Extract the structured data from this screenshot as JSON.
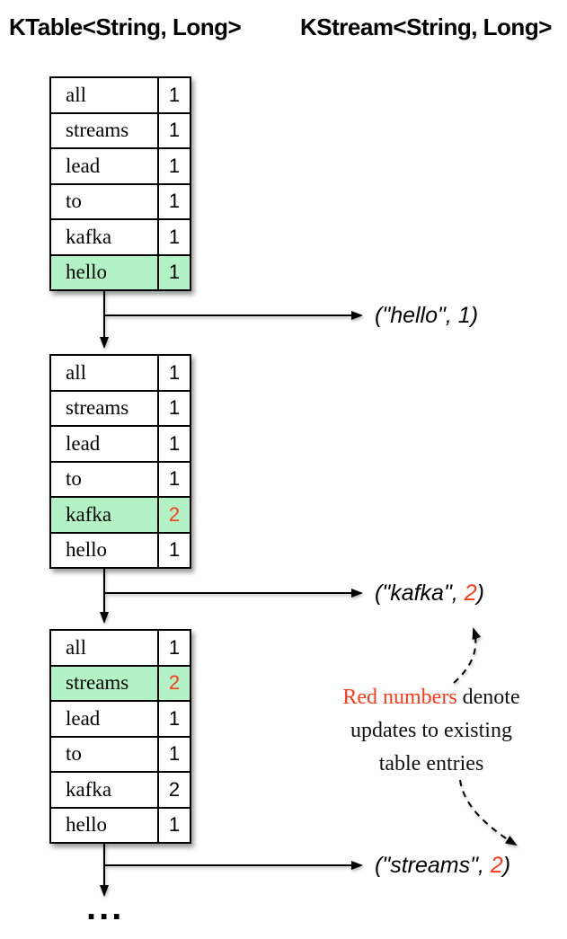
{
  "header": {
    "left": "KTable<String, Long>",
    "right": "KStream<String, Long>"
  },
  "colors": {
    "highlight_green": "#b2f2c5",
    "update_red": "#ff3a17",
    "border": "#000000"
  },
  "tables": [
    {
      "rows": [
        {
          "word": "all",
          "count": "1",
          "highlight": false,
          "red": false
        },
        {
          "word": "streams",
          "count": "1",
          "highlight": false,
          "red": false
        },
        {
          "word": "lead",
          "count": "1",
          "highlight": false,
          "red": false
        },
        {
          "word": "to",
          "count": "1",
          "highlight": false,
          "red": false
        },
        {
          "word": "kafka",
          "count": "1",
          "highlight": false,
          "red": false
        },
        {
          "word": "hello",
          "count": "1",
          "highlight": true,
          "red": false
        }
      ]
    },
    {
      "rows": [
        {
          "word": "all",
          "count": "1",
          "highlight": false,
          "red": false
        },
        {
          "word": "streams",
          "count": "1",
          "highlight": false,
          "red": false
        },
        {
          "word": "lead",
          "count": "1",
          "highlight": false,
          "red": false
        },
        {
          "word": "to",
          "count": "1",
          "highlight": false,
          "red": false
        },
        {
          "word": "kafka",
          "count": "2",
          "highlight": true,
          "red": true
        },
        {
          "word": "hello",
          "count": "1",
          "highlight": false,
          "red": false
        }
      ]
    },
    {
      "rows": [
        {
          "word": "all",
          "count": "1",
          "highlight": false,
          "red": false
        },
        {
          "word": "streams",
          "count": "2",
          "highlight": true,
          "red": true
        },
        {
          "word": "lead",
          "count": "1",
          "highlight": false,
          "red": false
        },
        {
          "word": "to",
          "count": "1",
          "highlight": false,
          "red": false
        },
        {
          "word": "kafka",
          "count": "2",
          "highlight": false,
          "red": false
        },
        {
          "word": "hello",
          "count": "1",
          "highlight": false,
          "red": false
        }
      ]
    }
  ],
  "outputs": [
    {
      "prefix": "(\"hello\", ",
      "value": "1",
      "suffix": ")",
      "red": false
    },
    {
      "prefix": "(\"kafka\", ",
      "value": "2",
      "suffix": ")",
      "red": true
    },
    {
      "prefix": "(\"streams\", ",
      "value": "2",
      "suffix": ")",
      "red": true
    }
  ],
  "annotation": {
    "red_text": "Red numbers",
    "line1_rest": " denote",
    "line2": "updates to existing",
    "line3": "table entries"
  },
  "ellipsis": "..."
}
